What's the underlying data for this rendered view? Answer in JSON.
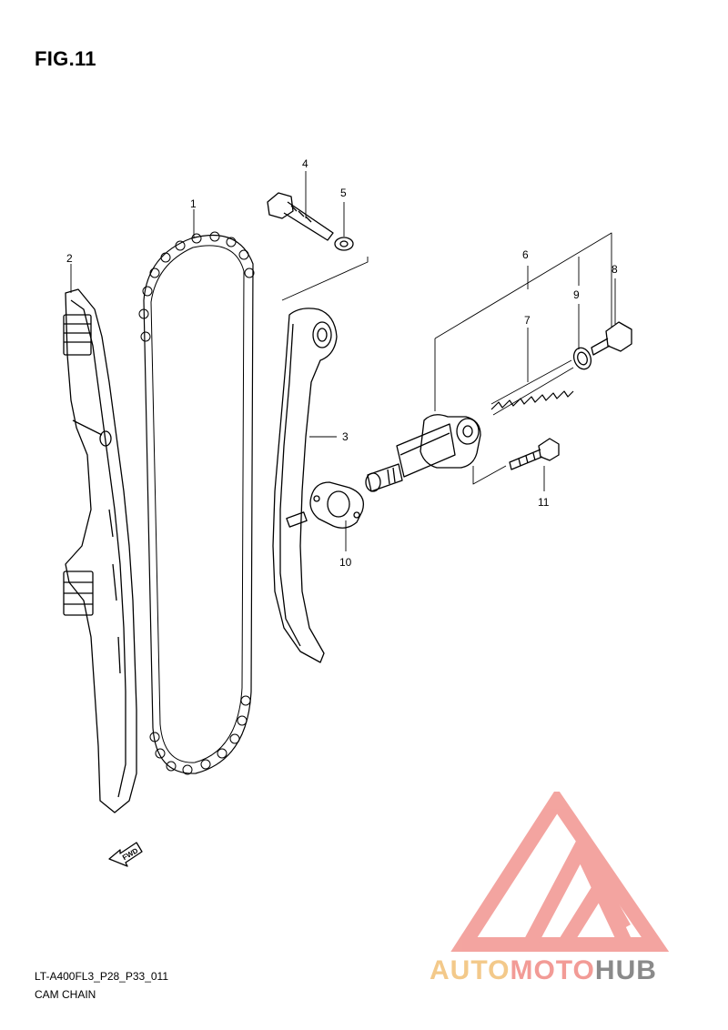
{
  "figure": {
    "title": "FIG.11"
  },
  "callouts": [
    {
      "id": "1",
      "label": "1"
    },
    {
      "id": "2",
      "label": "2"
    },
    {
      "id": "3",
      "label": "3"
    },
    {
      "id": "4",
      "label": "4"
    },
    {
      "id": "5",
      "label": "5"
    },
    {
      "id": "6",
      "label": "6"
    },
    {
      "id": "7",
      "label": "7"
    },
    {
      "id": "8",
      "label": "8"
    },
    {
      "id": "9",
      "label": "9"
    },
    {
      "id": "10",
      "label": "10"
    },
    {
      "id": "11",
      "label": "11"
    }
  ],
  "direction_marker": {
    "label": "FWD"
  },
  "footer": {
    "code": "LT-A400FL3_P28_P33_011",
    "name": "CAM CHAIN"
  },
  "watermark": {
    "part1": "AUTO",
    "part2": "MOTO",
    "part3": "HUB",
    "colors": {
      "triangle": "#f29b96",
      "part1": "#f3c98a",
      "part2": "#f29b96",
      "part3": "#8a8a8a"
    }
  }
}
